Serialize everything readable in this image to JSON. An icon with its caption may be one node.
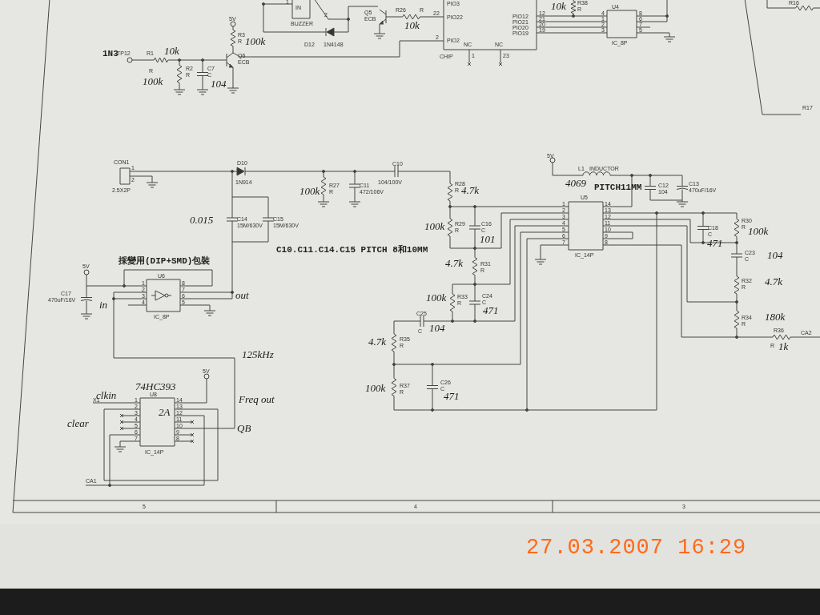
{
  "diagram": {
    "labels": [
      "1N3",
      "TP12",
      "R1",
      "10k",
      "R",
      "100k",
      "R2",
      "R",
      "C7",
      "C",
      "104",
      "5V",
      "R3",
      "R",
      "100k",
      "Q6",
      "ECB",
      "1",
      "2",
      "D12",
      "1N4148",
      "Q5",
      "ECB",
      "R26",
      "R",
      "10k",
      "22",
      "PIO22",
      "2",
      "PIO2",
      "PIO3",
      "NC",
      "1",
      "NC",
      "23",
      "10k",
      "R38",
      "R",
      "PIO12",
      "12",
      "PIO21",
      "21",
      "PIO20",
      "20",
      "PIO19",
      "19",
      "4",
      "1",
      "2",
      "3",
      "8",
      "6",
      "7",
      "5",
      "R16",
      "R17",
      "1",
      "2",
      "D10",
      "1N914",
      "100k",
      "R27",
      "R",
      "C11",
      "472/106V",
      "C10",
      "104/100V",
      "R28",
      "R",
      "4.7k",
      "0.015",
      "C14",
      "15M/630V",
      "C15",
      "15M/630V",
      "C10.C11.C14.C15 PITCH 8和10MM",
      "100k",
      "R29",
      "R",
      "C16",
      "C",
      "101",
      "4.7k",
      "R31",
      "R",
      "100k",
      "R33",
      "R",
      "C24",
      "C",
      "471",
      "C25",
      "C",
      "104",
      "4.7k",
      "R35",
      "R",
      "100k",
      "R37",
      "R",
      "C26",
      "C",
      "471",
      "5V",
      "L1",
      "INDUCTOR",
      "PITCH11MM",
      "C12",
      "104",
      "C13",
      "470uF/16V",
      "1",
      "2",
      "3",
      "4",
      "5",
      "6",
      "7",
      "14",
      "13",
      "12",
      "11",
      "10",
      "9",
      "8",
      "C18",
      "C",
      "471",
      "R30",
      "R",
      "100k",
      "C23",
      "C",
      "104",
      "R32",
      "R",
      "4.7k",
      "R34",
      "R",
      "180k",
      "R36",
      "R",
      "1k",
      "CA2",
      "採變用(DIP+SMD)包裝",
      "5V",
      "C17",
      "470uF/16V",
      "in",
      "1",
      "2",
      "3",
      "4",
      "8",
      "7",
      "6",
      "5",
      "out",
      "125kHz",
      "5V",
      "clkin",
      "X1",
      "clear",
      "Freq out",
      "QB",
      "1",
      "2",
      "3",
      "4",
      "5",
      "6",
      "7",
      "14",
      "13",
      "12",
      "11",
      "10",
      "9",
      "8",
      "CA1",
      "5",
      "4",
      "3",
      "IN",
      "BUZZER",
      "CHIP",
      "U4",
      "IC_8P",
      "CON1",
      "2.5X2P",
      "4069",
      "U5",
      "IC_14P",
      "U6",
      "IC_8P",
      "74HC393",
      "U8",
      "2A",
      "IC_14P",
      "27.03.2007 16:29"
    ]
  }
}
